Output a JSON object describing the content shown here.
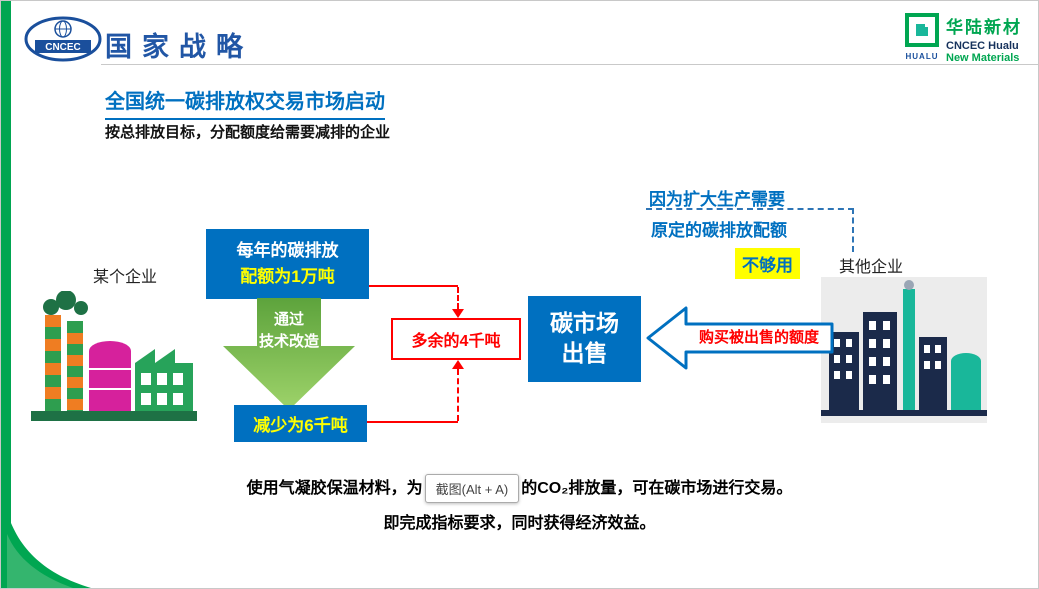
{
  "colors": {
    "accent_blue": "#0070c0",
    "brand_green": "#00a651",
    "highlight_yellow": "#ffff00",
    "alert_red": "#ff0000"
  },
  "header": {
    "cncec_logo_text": "CNCEC",
    "strategy_title": "国家战略",
    "brand": {
      "icon_label": "HUALU",
      "name_cn": "华陆新材",
      "name_en_line1": "CNCEC Hualu",
      "name_en_line2": "New Materials"
    }
  },
  "title": "全国统一碳排放权交易市场启动",
  "subtitle": "按总排放目标，分配额度给需要减排的企业",
  "diagram": {
    "left_company_label": "某个企业",
    "right_company_label": "其他企业",
    "quota_box_line1": "每年的碳排放",
    "quota_box_line2": "配额为1万吨",
    "process_arrow_line1": "通过",
    "process_arrow_line2": "技术改造",
    "reduced_box": "减少为6千吨",
    "surplus_box": "多余的4千吨",
    "market_box_line1": "碳市场",
    "market_box_line2": "出售",
    "buy_arrow_label": "购买被出售的额度",
    "reason_line1": "因为扩大生产需要",
    "reason_line2": "原定的碳排放配额",
    "not_enough_badge": "不够用"
  },
  "footer": {
    "line1_before": "使用气凝胶保温材料，为",
    "screenshot_tooltip": "截图(Alt + A)",
    "line1_after": "的CO₂排放量，可在碳市场进行交易。",
    "line2": "即完成指标要求，同时获得经济效益。"
  }
}
